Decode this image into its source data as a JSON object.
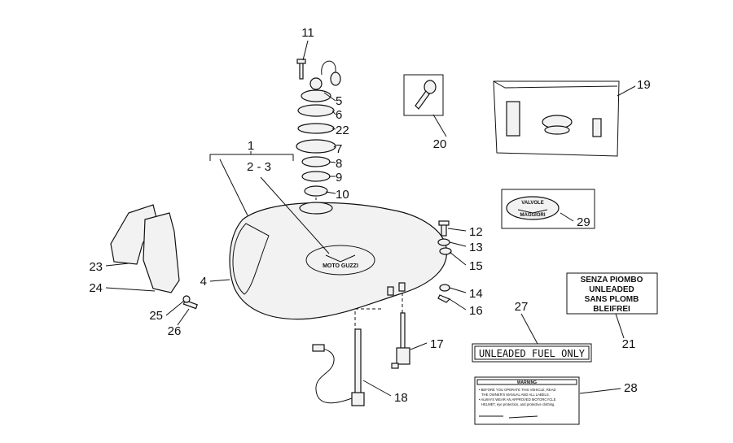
{
  "callouts": {
    "n1": "1",
    "n2_3": "2 - 3",
    "n4": "4",
    "n5": "5",
    "n6": "6",
    "n7": "7",
    "n8": "8",
    "n9": "9",
    "n10": "10",
    "n11": "11",
    "n12": "12",
    "n13": "13",
    "n14": "14",
    "n15": "15",
    "n16": "16",
    "n17": "17",
    "n18": "18",
    "n19": "19",
    "n20": "20",
    "n21": "21",
    "n22": "22",
    "n23": "23",
    "n24": "24",
    "n25": "25",
    "n26": "26",
    "n27": "27",
    "n28": "28",
    "n29": "29"
  },
  "decal_fuel": {
    "line1": "SENZA PIOMBO",
    "line2": "UNLEADED",
    "line3": "SANS PLOMB",
    "line4": "BLEIFREI"
  },
  "decal_unleaded": "UNLEADED FUEL ONLY",
  "decal_warning": {
    "title": "WARNING",
    "line1": "• BEFORE YOU OPERATE THIS VEHICLE, READ",
    "line2": "THE OWNER'S MANUAL AND ALL LABELS.",
    "line3": "• ALWAYS WEAR AN APPROVED MOTORCYCLE",
    "line4": "HELMET, eye protection, and protective clothing."
  },
  "emblem": {
    "tank_text": "MOTO GUZZI",
    "badge_top": "VALVOLE",
    "badge_bottom": "MAGGIORI"
  }
}
